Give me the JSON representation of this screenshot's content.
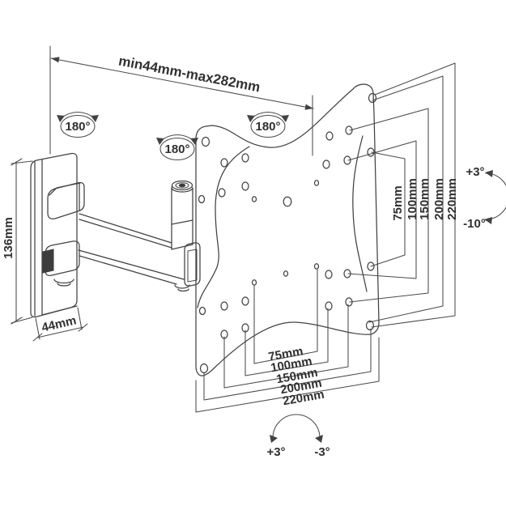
{
  "diagram": {
    "type": "tv-wall-mount-technical-drawing",
    "background": "#ffffff",
    "line_color": "#424242",
    "text_color": "#303030",
    "top_dimension_label": "min44mm-max282mm",
    "swivel_labels": [
      "180°",
      "180°",
      "180°"
    ],
    "wall_bracket": {
      "height_label": "136mm",
      "depth_label": "44mm"
    },
    "vesa_pattern": {
      "vertical_labels": [
        "75mm",
        "100mm",
        "150mm",
        "200mm",
        "220mm"
      ],
      "horizontal_labels": [
        "75mm",
        "100mm",
        "150mm",
        "200mm",
        "220mm"
      ]
    },
    "tilt_labels": {
      "up": "+3°",
      "down": "-10°"
    },
    "level_labels": {
      "plus": "+3°",
      "minus": "-3°"
    }
  }
}
